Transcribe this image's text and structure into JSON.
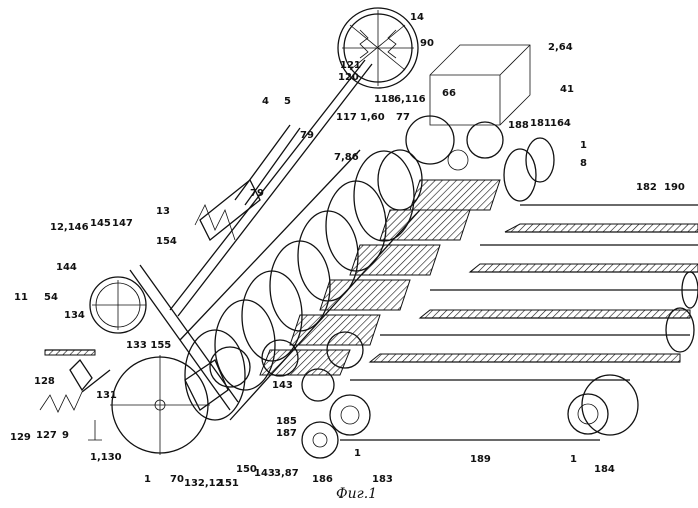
{
  "figure": {
    "caption": "Фиг.1",
    "colors": {
      "ink": "#111111",
      "paper": "#ffffff"
    },
    "labels": {
      "l14": "14",
      "l90": "90",
      "l121": "121",
      "l120": "120",
      "l118": "118",
      "l6_116": "6,116",
      "l66": "66",
      "l2_64": "2,64",
      "l41": "41",
      "l117": "117",
      "l1_60": "1,60",
      "l77": "77",
      "l188": "188",
      "l181": "181",
      "l164": "164",
      "l1_top": "1",
      "l8": "8",
      "l4": "4",
      "l5": "5",
      "l79a": "79",
      "l7_86": "7,86",
      "l79b": "79",
      "l182": "182",
      "l190": "190",
      "l12_146": "12,146",
      "l145": "145",
      "l147": "147",
      "l13": "13",
      "l154": "154",
      "l144": "144",
      "l11": "11",
      "l54": "54",
      "l134": "134",
      "l133_155": "133 155",
      "l128": "128",
      "l131": "131",
      "l143a": "143",
      "l185": "185",
      "l187": "187",
      "l129": "129",
      "l127": "127",
      "l9": "9",
      "l1_130": "1,130",
      "l1_bot": "1",
      "l70": "70",
      "l132_12": "132,12",
      "l151": "151",
      "l150": "150",
      "l143b": "143",
      "l3_87": "3,87",
      "l1_mid": "1",
      "l186": "186",
      "l183": "183",
      "l189": "189",
      "l184": "184",
      "l1_right": "1"
    }
  }
}
